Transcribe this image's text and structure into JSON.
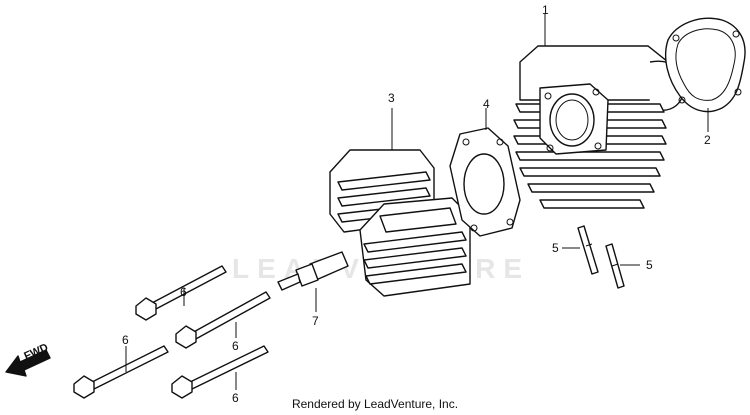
{
  "watermark": "LEADVENTURE",
  "caption": "Rendered by LeadVenture, Inc.",
  "fwd_label": "FWD",
  "callouts": {
    "c1": "1",
    "c2": "2",
    "c3": "3",
    "c4": "4",
    "c5a": "5",
    "c5b": "5",
    "c6a": "6",
    "c6b": "6",
    "c6c": "6",
    "c6d": "6",
    "c7": "7"
  }
}
